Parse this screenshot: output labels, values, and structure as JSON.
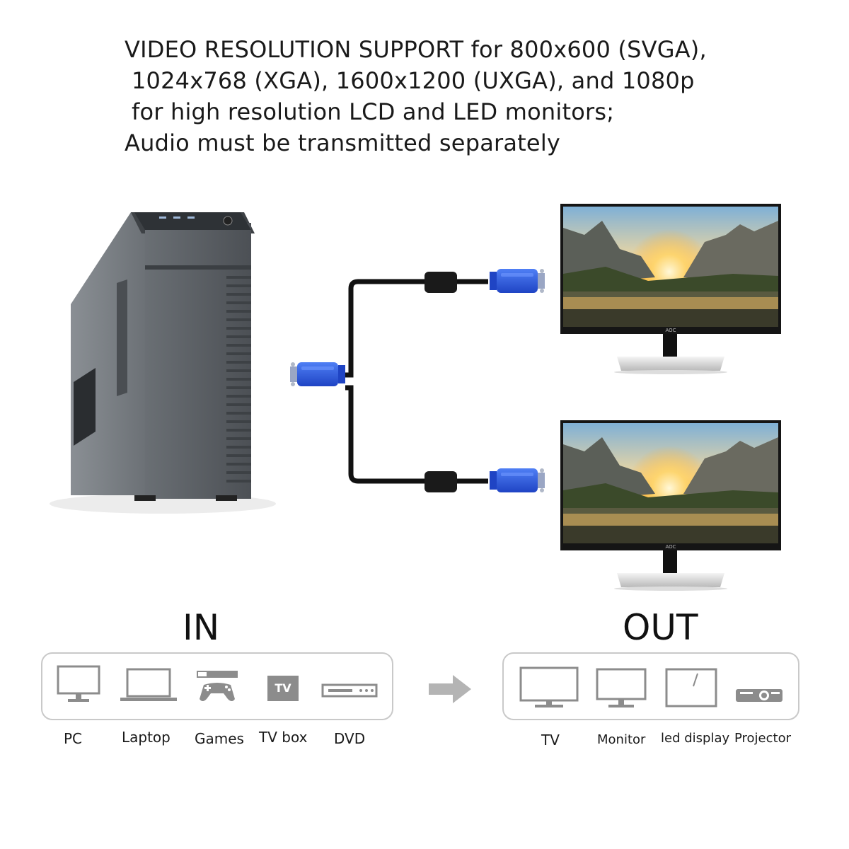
{
  "headline": {
    "line1": "VIDEO RESOLUTION SUPPORT for 800x600 (SVGA),",
    "line2": "1024x768 (XGA), 1600x1200 (UXGA), and 1080p",
    "line3": "for high resolution LCD and LED monitors;",
    "line4": "Audio must be transmitted separately"
  },
  "monitor_brand": "AOC",
  "input_section": {
    "title": "IN",
    "devices": [
      {
        "label": "PC",
        "icon": "pc-icon"
      },
      {
        "label": "Laptop",
        "icon": "laptop-icon"
      },
      {
        "label": "Games",
        "icon": "game-console-icon"
      },
      {
        "label": "TV box",
        "icon": "tv-box-icon",
        "badge": "TV"
      },
      {
        "label": "DVD",
        "icon": "dvd-player-icon"
      }
    ]
  },
  "output_section": {
    "title": "OUT",
    "devices": [
      {
        "label": "TV",
        "icon": "tv-icon"
      },
      {
        "label": "Monitor",
        "icon": "monitor-icon"
      },
      {
        "label": "led display",
        "icon": "led-display-icon"
      },
      {
        "label": "Projector",
        "icon": "projector-icon"
      }
    ]
  },
  "colors": {
    "connector_blue": "#2f5fe0",
    "icon_gray": "#8c8c8c",
    "panel_border": "#c9c9c9",
    "case_gray": "#555a5f"
  }
}
